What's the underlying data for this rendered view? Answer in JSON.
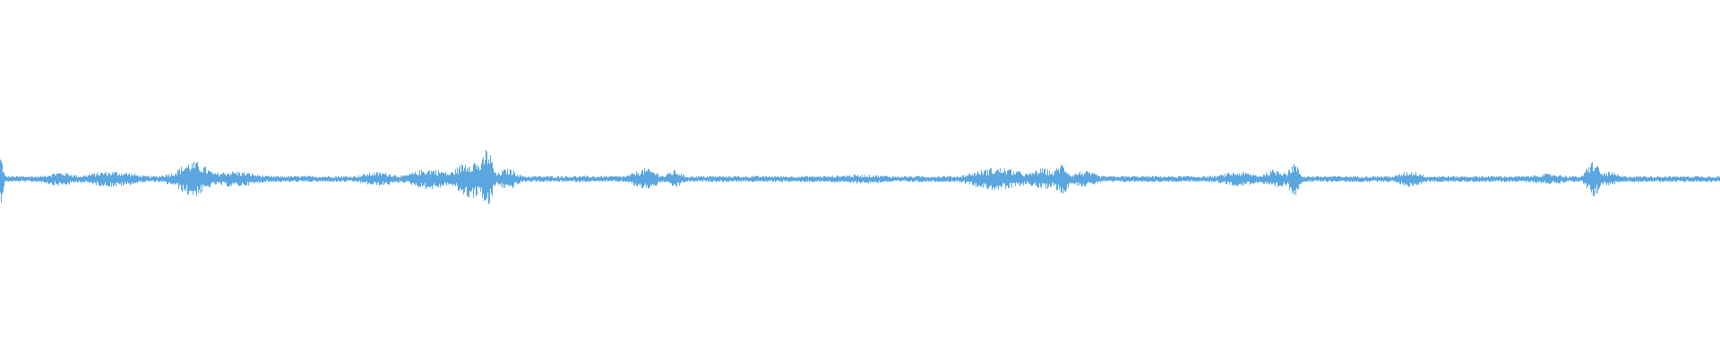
{
  "waveform": {
    "color": "#5aa6e0",
    "background": "#ffffff",
    "baseline_amplitude": 0.035,
    "bursts": [
      {
        "center": 0.0,
        "width": 0.002,
        "amplitude": 0.28
      },
      {
        "center": 0.035,
        "width": 0.012,
        "amplitude": 0.08
      },
      {
        "center": 0.065,
        "width": 0.02,
        "amplitude": 0.09
      },
      {
        "center": 0.1,
        "width": 0.01,
        "amplitude": 0.07
      },
      {
        "center": 0.112,
        "width": 0.012,
        "amplitude": 0.2
      },
      {
        "center": 0.135,
        "width": 0.02,
        "amplitude": 0.09
      },
      {
        "center": 0.22,
        "width": 0.015,
        "amplitude": 0.08
      },
      {
        "center": 0.25,
        "width": 0.015,
        "amplitude": 0.12
      },
      {
        "center": 0.274,
        "width": 0.012,
        "amplitude": 0.22
      },
      {
        "center": 0.283,
        "width": 0.004,
        "amplitude": 0.36
      },
      {
        "center": 0.295,
        "width": 0.008,
        "amplitude": 0.12
      },
      {
        "center": 0.375,
        "width": 0.01,
        "amplitude": 0.12
      },
      {
        "center": 0.392,
        "width": 0.006,
        "amplitude": 0.1
      },
      {
        "center": 0.5,
        "width": 0.03,
        "amplitude": 0.05
      },
      {
        "center": 0.58,
        "width": 0.02,
        "amplitude": 0.13
      },
      {
        "center": 0.606,
        "width": 0.01,
        "amplitude": 0.12
      },
      {
        "center": 0.617,
        "width": 0.005,
        "amplitude": 0.18
      },
      {
        "center": 0.63,
        "width": 0.01,
        "amplitude": 0.09
      },
      {
        "center": 0.72,
        "width": 0.015,
        "amplitude": 0.08
      },
      {
        "center": 0.742,
        "width": 0.01,
        "amplitude": 0.11
      },
      {
        "center": 0.752,
        "width": 0.004,
        "amplitude": 0.19
      },
      {
        "center": 0.82,
        "width": 0.01,
        "amplitude": 0.09
      },
      {
        "center": 0.9,
        "width": 0.015,
        "amplitude": 0.06
      },
      {
        "center": 0.926,
        "width": 0.005,
        "amplitude": 0.21
      },
      {
        "center": 0.935,
        "width": 0.008,
        "amplitude": 0.08
      }
    ]
  }
}
